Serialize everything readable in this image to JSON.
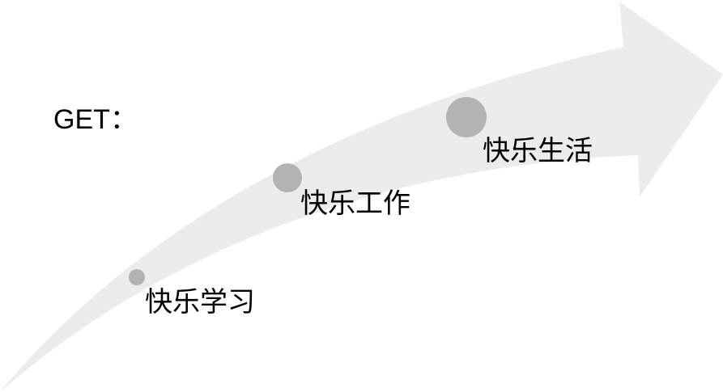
{
  "heading": "GET：",
  "stages": [
    {
      "label": "快乐学习"
    },
    {
      "label": "快乐工作"
    },
    {
      "label": "快乐生活"
    }
  ],
  "colors": {
    "arrow": "#ececec",
    "dot": "#b3b3b3",
    "text": "#000000"
  }
}
